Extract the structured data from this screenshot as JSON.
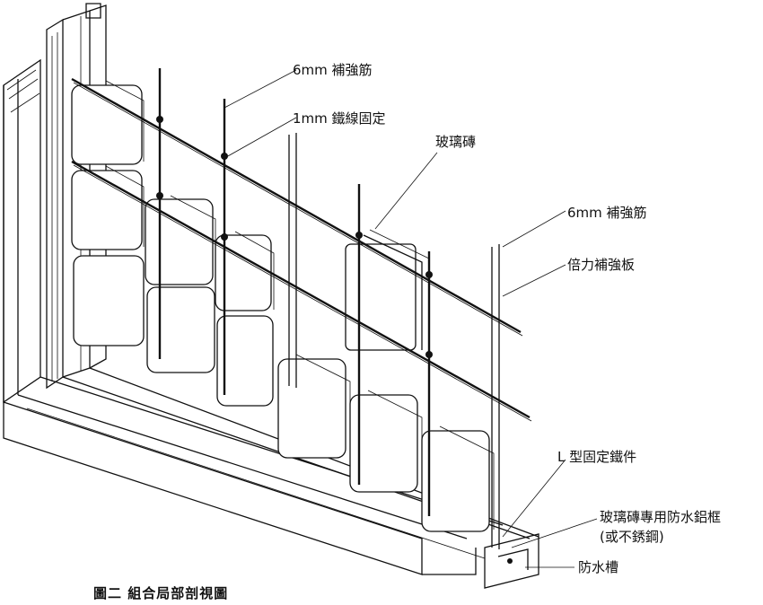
{
  "labels": {
    "rebar_top": "6mm 補強筋",
    "wire": "1mm 鐵線固定",
    "glass_block": "玻璃磚",
    "rebar_mid": "6mm 補強筋",
    "reinforce_plate": "倍力補強板",
    "l_bracket": "L 型固定鐵件",
    "frame_line1": "玻璃磚專用防水鋁框",
    "frame_line2": "(或不銹鋼)",
    "water_channel": "防水槽"
  },
  "caption": "圖二  組合局部剖視圖"
}
